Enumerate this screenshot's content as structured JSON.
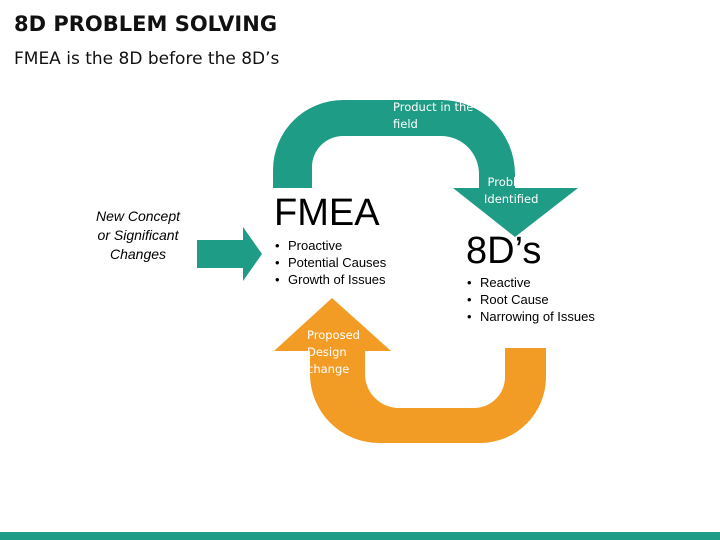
{
  "header": {
    "title": "8D PROBLEM SOLVING",
    "subtitle": "FMEA is the 8D before the 8D’s"
  },
  "input": {
    "text_lines": [
      "New Concept",
      "or Significant",
      "Changes"
    ]
  },
  "fmea": {
    "title": "FMEA",
    "bullets": [
      "Proactive",
      "Potential Causes",
      "Growth of Issues"
    ]
  },
  "eightd": {
    "title": "8D’s",
    "bullets": [
      "Reactive",
      "Root Cause",
      "Narrowing of Issues"
    ]
  },
  "top_arrow": {
    "label_lines": [
      "Product in the",
      "field"
    ],
    "head_label_lines": [
      "Problem",
      "Identified"
    ],
    "color": "#1f9c85"
  },
  "bottom_arrow": {
    "label_lines": [
      "Proposed",
      "Design",
      "change"
    ],
    "color": "#f29c26"
  },
  "colors": {
    "teal": "#1f9c85",
    "orange": "#f29c26"
  }
}
